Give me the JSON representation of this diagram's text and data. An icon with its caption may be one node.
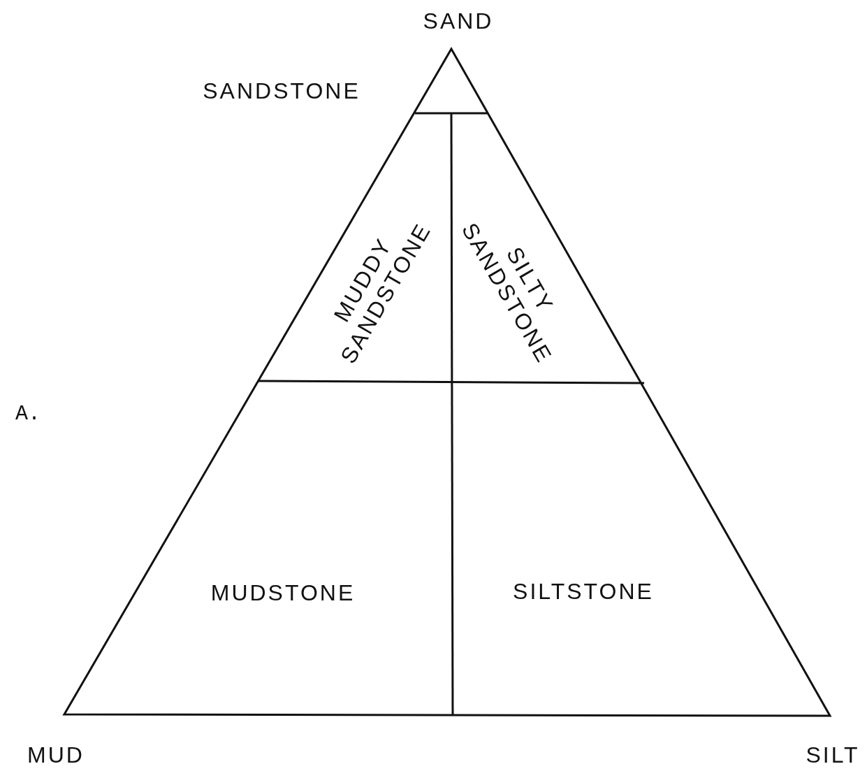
{
  "diagram": {
    "labels": [
      "SAND",
      "SANDSTONE",
      "MUDDY SANDSTONE",
      "SILTY SANDSTONE",
      "A.",
      "MUDSTONE",
      "SILTSTONE",
      "MUD",
      "SILT"
    ]
  }
}
